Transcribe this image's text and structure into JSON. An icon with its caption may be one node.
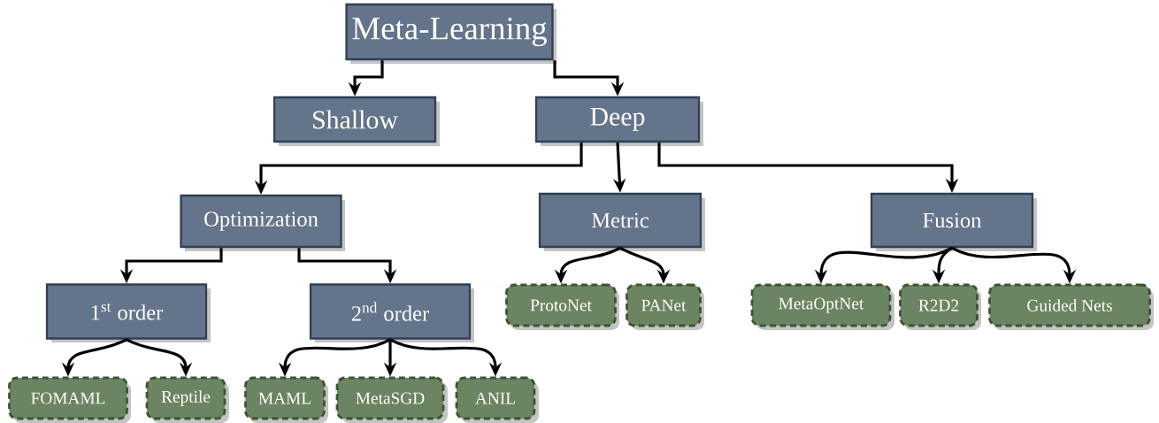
{
  "diagram": {
    "nodes": [
      {
        "text": [
          "Meta-Learning"
        ]
      },
      {
        "text": [
          "Shallow"
        ]
      },
      {
        "text": [
          "Deep"
        ]
      },
      {
        "text": [
          "Optimization"
        ]
      },
      {
        "text": [
          "Metric"
        ]
      },
      {
        "text": [
          "Fusion"
        ]
      },
      {
        "text": [
          "1$^{st}$ order"
        ]
      },
      {
        "text": [
          "2$^{nd}$ order"
        ]
      },
      {
        "text": [
          "FOMAML"
        ]
      },
      {
        "text": [
          "Reptile"
        ]
      },
      {
        "text": [
          "MAML"
        ]
      },
      {
        "text": [
          "MetaSGD"
        ]
      },
      {
        "text": [
          "ANIL"
        ]
      },
      {
        "text": [
          "ProtoNet"
        ]
      },
      {
        "text": [
          "PANet"
        ]
      },
      {
        "text": [
          "MetaOptNet"
        ]
      },
      {
        "text": [
          "R2D2"
        ]
      },
      {
        "text": [
          "Guided Nets"
        ]
      }
    ],
    "edges": [
      {
        "from": 0,
        "to": 1,
        "arrow": "to"
      },
      {
        "from": 0,
        "to": 2,
        "arrow": "to"
      },
      {
        "from": 2,
        "to": 3,
        "arrow": "to"
      },
      {
        "from": 2,
        "to": 4,
        "arrow": "to"
      },
      {
        "from": 2,
        "to": 5,
        "arrow": "to"
      },
      {
        "from": 3,
        "to": 6,
        "arrow": "to"
      },
      {
        "from": 3,
        "to": 7,
        "arrow": "to"
      },
      {
        "from": 6,
        "to": 8,
        "arrow": "to"
      },
      {
        "from": 6,
        "to": 9,
        "arrow": "to"
      },
      {
        "from": 7,
        "to": 10,
        "arrow": "to"
      },
      {
        "from": 7,
        "to": 11,
        "arrow": "to"
      },
      {
        "from": 7,
        "to": 12,
        "arrow": "to"
      },
      {
        "from": 4,
        "to": 13,
        "arrow": "to"
      },
      {
        "from": 4,
        "to": 14,
        "arrow": "to"
      },
      {
        "from": 5,
        "to": 15,
        "arrow": "to"
      },
      {
        "from": 5,
        "to": 16,
        "arrow": "to"
      },
      {
        "from": 5,
        "to": 17,
        "arrow": "to"
      }
    ]
  }
}
